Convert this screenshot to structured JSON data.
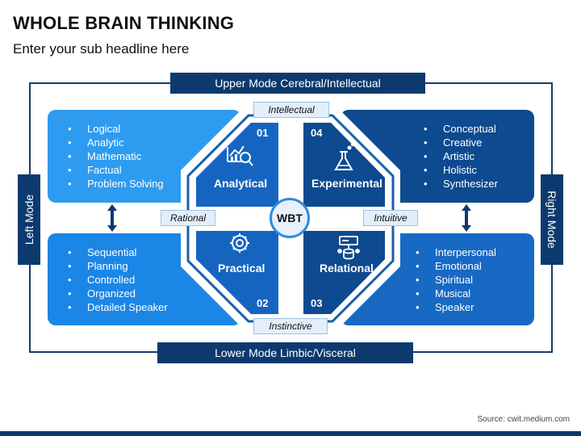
{
  "title": "WHOLE BRAIN THINKING",
  "subtitle": "Enter your sub headline here",
  "modes": {
    "upper": "Upper Mode Cerebral/Intellectual",
    "lower": "Lower Mode Limbic/Visceral",
    "left": "Left Mode",
    "right": "Right Mode"
  },
  "panels": {
    "top_left": [
      "Logical",
      "Analytic",
      "Mathematic",
      "Factual",
      "Problem Solving"
    ],
    "bottom_left": [
      "Sequential",
      "Planning",
      "Controlled",
      "Organized",
      "Detailed Speaker"
    ],
    "top_right": [
      "Conceptual",
      "Creative",
      "Artistic",
      "Holistic",
      "Synthesizer"
    ],
    "bottom_right": [
      "Interpersonal",
      "Emotional",
      "Spiritual",
      "Musical",
      "Speaker"
    ]
  },
  "quadrants": {
    "analytical": {
      "num": "01",
      "name": "Analytical"
    },
    "practical": {
      "num": "02",
      "name": "Practical"
    },
    "relational": {
      "num": "03",
      "name": "Relational"
    },
    "experimental": {
      "num": "04",
      "name": "Experimental"
    }
  },
  "tags": {
    "top": "Intellectual",
    "bottom": "Instinctive",
    "left": "Rational",
    "right": "Intuitive"
  },
  "center_label": "WBT",
  "source": "Source: cwit.medium.com",
  "colors": {
    "dark_navy": "#0d3a6e",
    "light_blue": "#2d9bf0",
    "mid_blue": "#1a86e6",
    "deep_blue": "#0d4a8f",
    "royal_blue": "#1769c4",
    "octagon_blue": "#1565c0"
  }
}
